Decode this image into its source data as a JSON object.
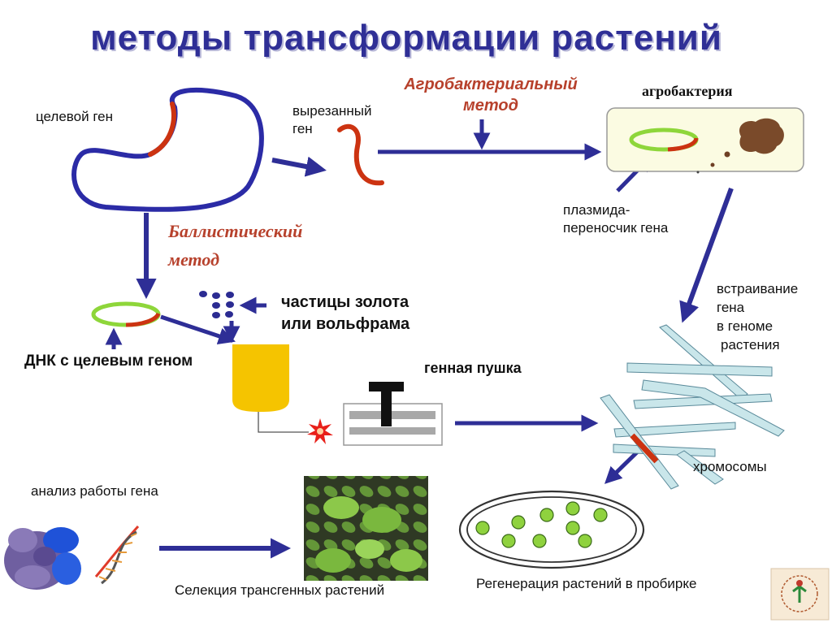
{
  "title": "методы трансформации растений",
  "labels": {
    "target_gene": "целевой ген",
    "cut_gene_1": "вырезанный",
    "cut_gene_2": "ген",
    "agro_method_1": "Агробактериальный",
    "agro_method_2": "метод",
    "agrobacterium": "агробактерия",
    "plasmid_1": "плазмида-",
    "plasmid_2": "переносчик гена",
    "ballistic_1": "Баллистический",
    "ballistic_2": "метод",
    "particles_1": "частицы золота",
    "particles_2": "или вольфрама",
    "dna_target": "ДНК с целевым геном",
    "gene_gun": "генная пушка",
    "integration_1": "встраивание",
    "integration_2": "гена",
    "integration_3": "в геноме",
    "integration_4": "растения",
    "chromosomes": "хромосомы",
    "analysis": "анализ работы гена",
    "selection": "Селекция трансгенных растений",
    "regeneration": "Регенерация растений в пробирке"
  },
  "colors": {
    "arrow": "#2e2e96",
    "dna": "#2b2ba6",
    "gene": "#cc3311",
    "plasmid": "#8ed63a",
    "gold": "#f5c400",
    "chromosome": "#c9e6ea",
    "title": "#2f2f96"
  },
  "icons": [
    "logo-icon",
    "dna-helix-icon",
    "protein-model-icon",
    "plant-photo-icon",
    "explosion-icon"
  ]
}
